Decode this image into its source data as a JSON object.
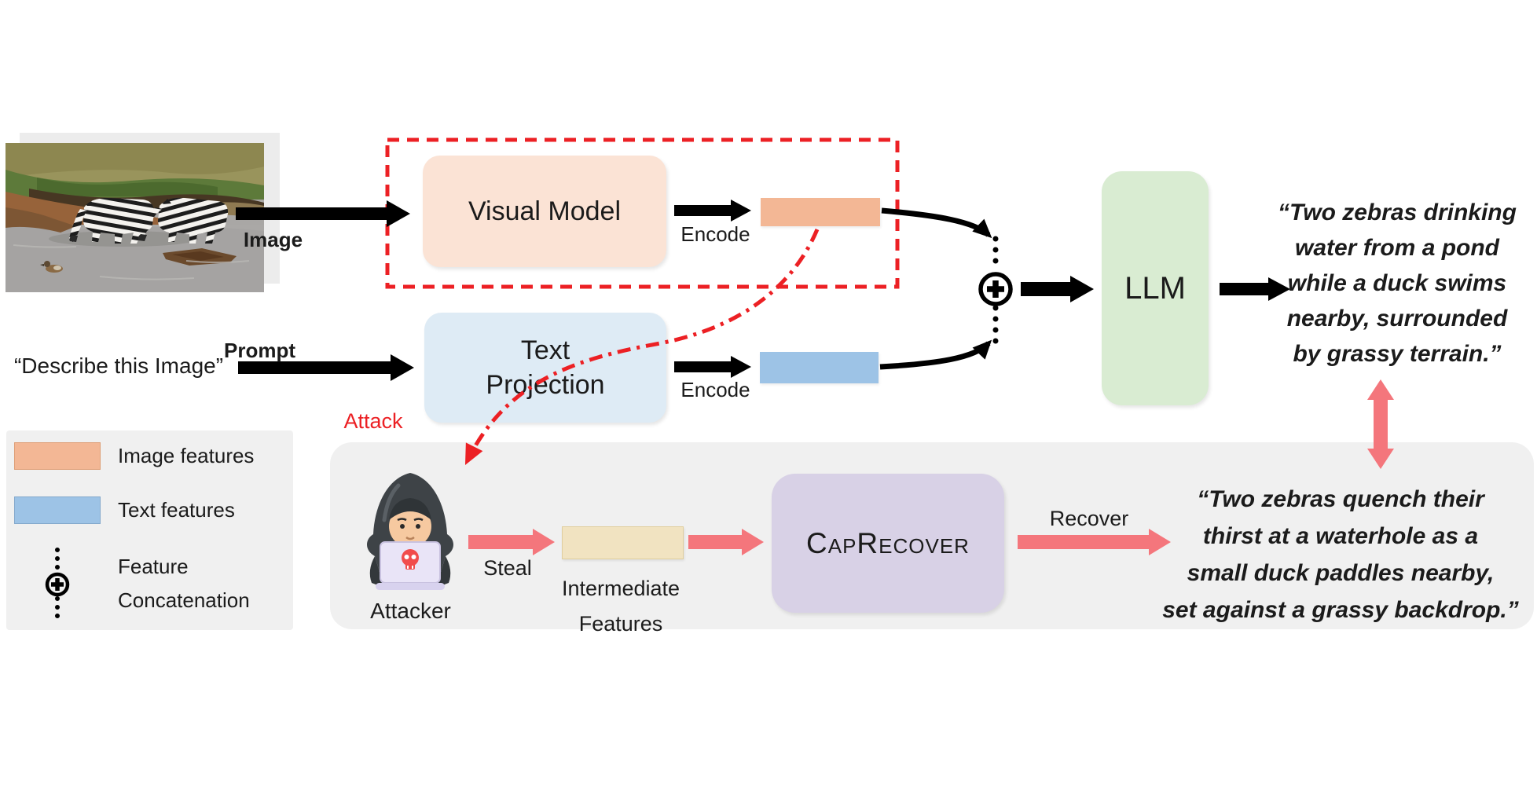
{
  "io": {
    "prompt_quote": "“Describe this Image”"
  },
  "arrow_labels": {
    "image": "Image",
    "prompt": "Prompt",
    "encode_top": "Encode",
    "encode_bottom": "Encode",
    "attack": "Attack",
    "steal": "Steal",
    "recover": "Recover"
  },
  "boxes": {
    "visual_model": "Visual Model",
    "text_projection": [
      "Text",
      "Projection"
    ],
    "llm": "LLM",
    "cap_recover": "CapRecover"
  },
  "attacker": {
    "label": "Attacker"
  },
  "intermediate_features": [
    "Intermediate",
    "Features"
  ],
  "captions": {
    "original": [
      "“Two zebras drinking",
      "water from a pond",
      "while a duck swims",
      "nearby, surrounded",
      "by grassy terrain.”"
    ],
    "recovered": [
      "“Two zebras quench their",
      "thirst at a waterhole as a",
      "small duck paddles nearby,",
      "set against a grassy backdrop.”"
    ]
  },
  "legend": {
    "image_features": "Image features",
    "text_features": "Text features",
    "feature_concatenation": [
      "Feature",
      "Concatenation"
    ]
  },
  "colors": {
    "image_features": "#f3b795",
    "text_features": "#9dc3e6",
    "visual_model_fill": "#fbe3d5",
    "text_projection_fill": "#deebf5",
    "llm_fill": "#d9ecd2",
    "cap_recover_fill": "#d8d1e6",
    "intermediate_fill": "#f1e3c1",
    "panel_gray": "#f0f0f0",
    "attack_red": "#ec2024",
    "arrow_pink": "#f4767c",
    "arrow_black": "#000000"
  }
}
